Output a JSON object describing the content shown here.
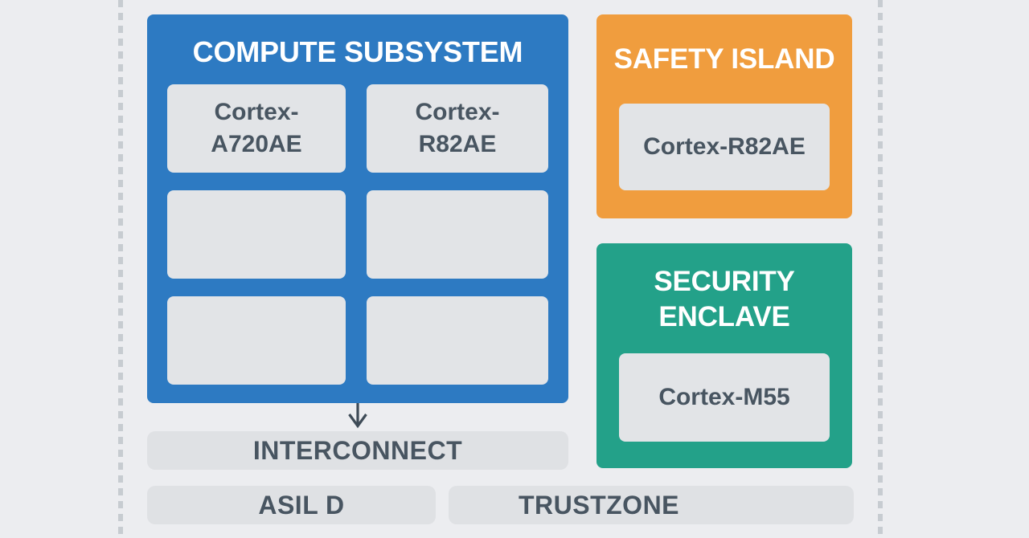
{
  "colors": {
    "background": "#ecedf0",
    "compute_blue": "#2d7ac2",
    "safety_orange": "#f09d3e",
    "security_teal": "#23a189",
    "chip_gray": "#e2e4e7",
    "bar_gray": "#dfe1e4",
    "label_slate": "#485561",
    "title_white": "#ffffff",
    "dash_gray": "#c7ccd1",
    "arrow_slate": "#3e4b57"
  },
  "compute_subsystem": {
    "title": "COMPUTE SUBSYSTEM",
    "chips": [
      {
        "label": "Cortex-\nA720AE"
      },
      {
        "label": "Cortex-\nR82AE"
      },
      {
        "label": ""
      },
      {
        "label": ""
      },
      {
        "label": ""
      },
      {
        "label": ""
      }
    ]
  },
  "safety_island": {
    "title": "SAFETY ISLAND",
    "chip": "Cortex-R82AE"
  },
  "security_enclave": {
    "title": "SECURITY\nENCLAVE",
    "chip": "Cortex-M55"
  },
  "interconnect": {
    "label": "INTERCONNECT"
  },
  "badges": {
    "asil": "ASIL D",
    "trustzone": "TRUSTZONE"
  }
}
